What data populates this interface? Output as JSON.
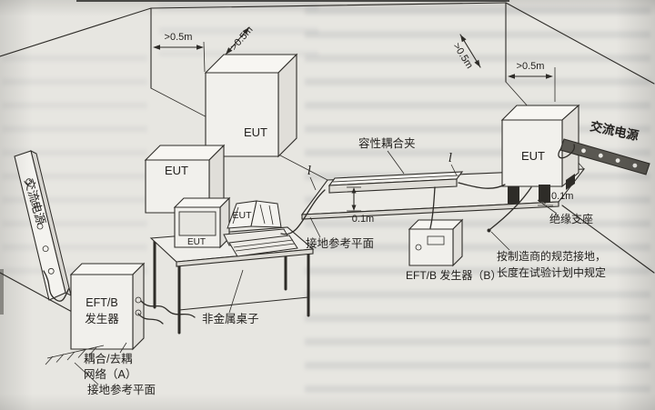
{
  "colors": {
    "ink": "#2e2c28",
    "paper": "#e7e6e1"
  },
  "labels": {
    "eut": "EUT",
    "ac_power_left": "交流电源",
    "ac_power_right": "交流电源",
    "capacitive_coupling_clamp": "容性耦合夹",
    "ground_reference_plane_center": "接地参考平面",
    "ground_reference_plane_bottom": "接地参考平面",
    "eftb_generator_a_line1": "EFT/B",
    "eftb_generator_a_line2": "发生器",
    "coupling_network_line1": "耦合/去耦",
    "coupling_network_line2": "网络（A）",
    "eftb_generator_b": "EFT/B 发生器（B）",
    "insulating_support": "绝缘支座",
    "non_metallic_table": "非金属桌子",
    "grounding_note_line1": "按制造商的规范接地，",
    "grounding_note_line2": "长度在试验计划中规定",
    "cable_length_symbol": "l"
  },
  "dimensions": {
    "left_wall_horizontal": ">0.5m",
    "left_wall_diagonal": ">0.5m",
    "right_wall_diagonal": ">0.5m",
    "right_wall_horizontal": ">0.5m",
    "clamp_height": "0.1m",
    "support_height": "0.1m"
  }
}
